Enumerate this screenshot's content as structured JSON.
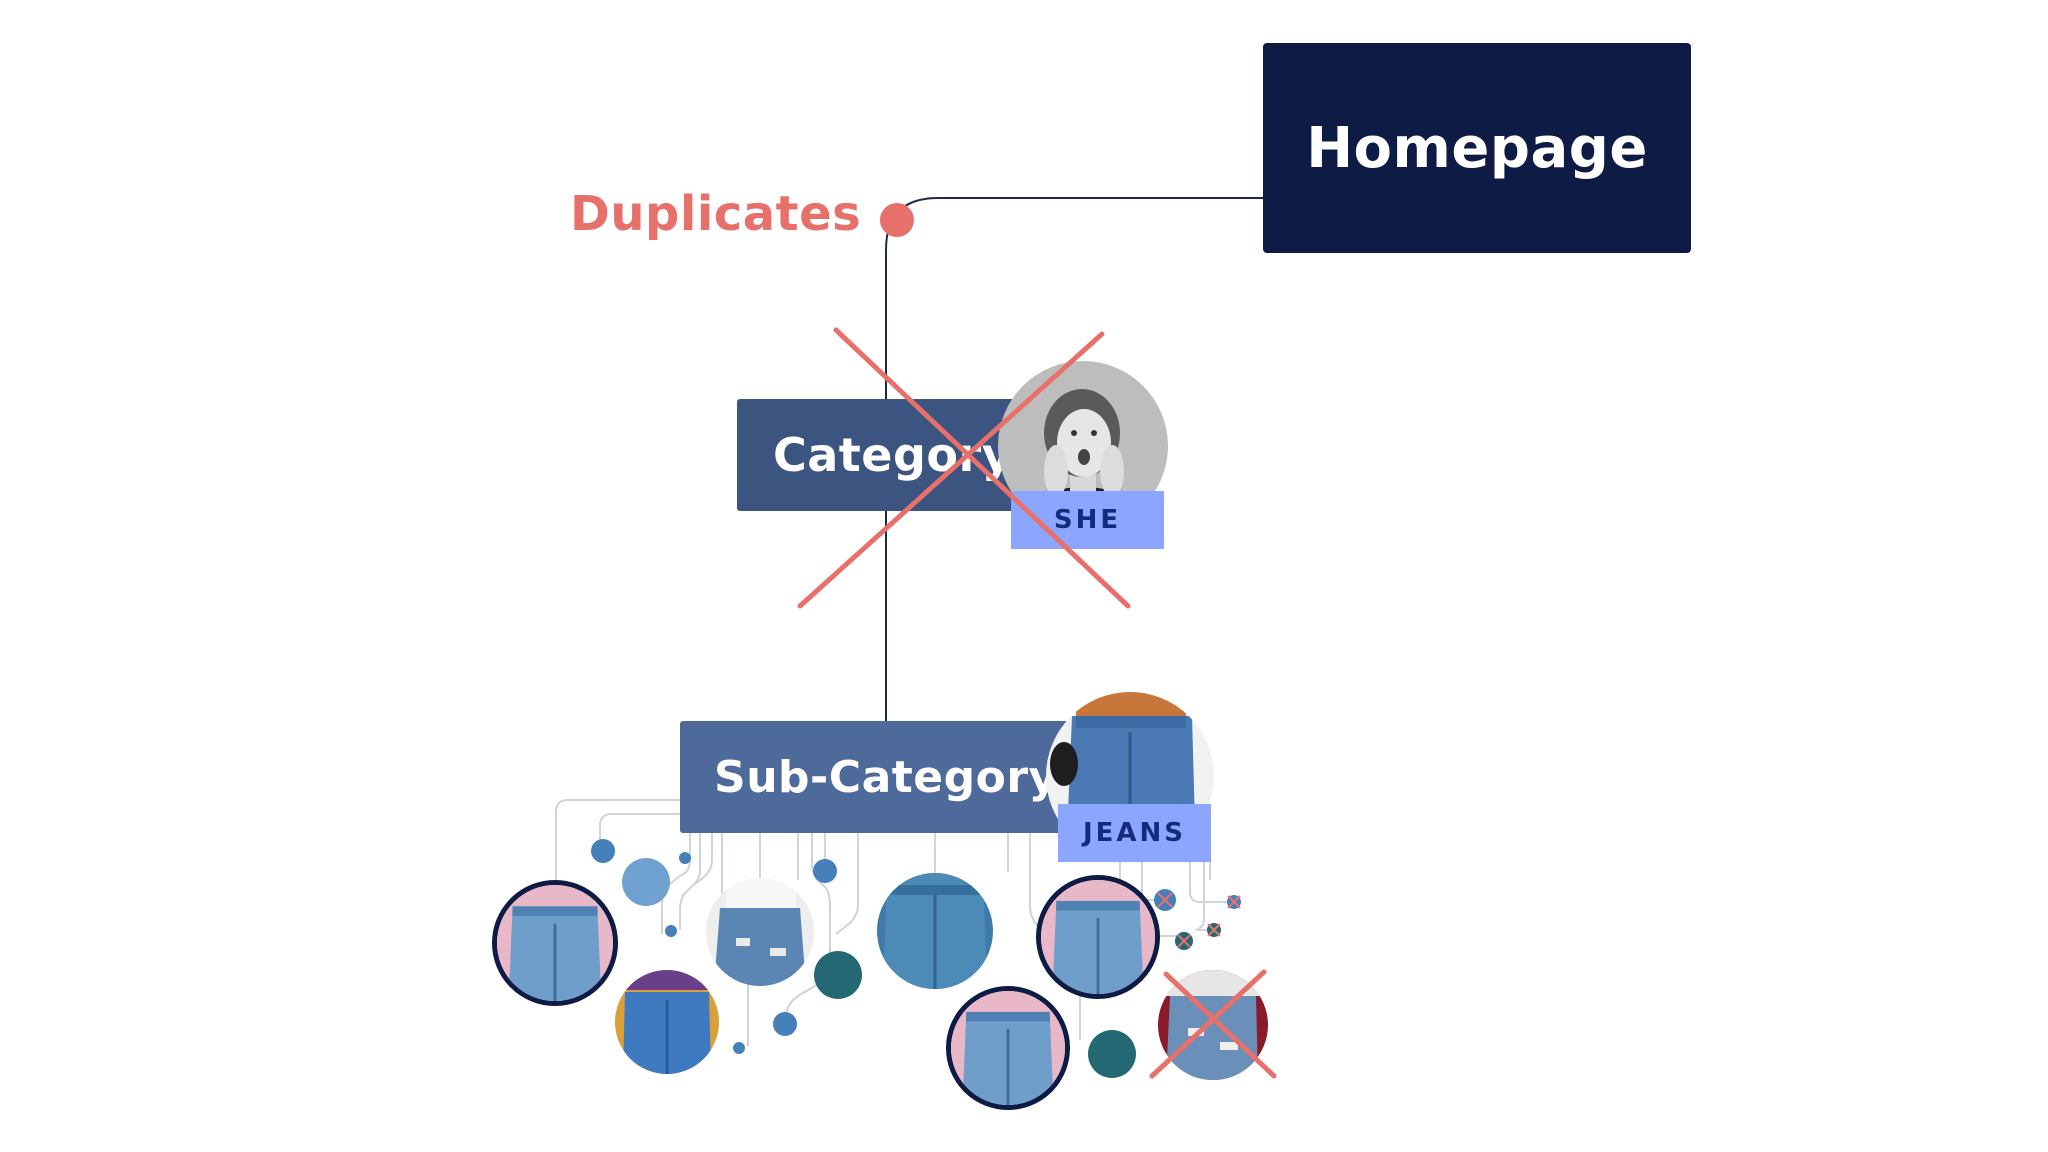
{
  "nodes": {
    "homepage": "Homepage",
    "category": "Category",
    "subcategory": "Sub-Category"
  },
  "annotations": {
    "duplicates": "Duplicates"
  },
  "tags": {
    "she": "SHE",
    "jeans": "JEANS"
  },
  "colors": {
    "homepage_bg": "#0d1b45",
    "category_bg": "#3b5480",
    "subcategory_bg": "#4e6a9a",
    "accent_red": "#e8706b",
    "tag_bg": "#8ca6ff",
    "tag_text": "#142a7a"
  }
}
